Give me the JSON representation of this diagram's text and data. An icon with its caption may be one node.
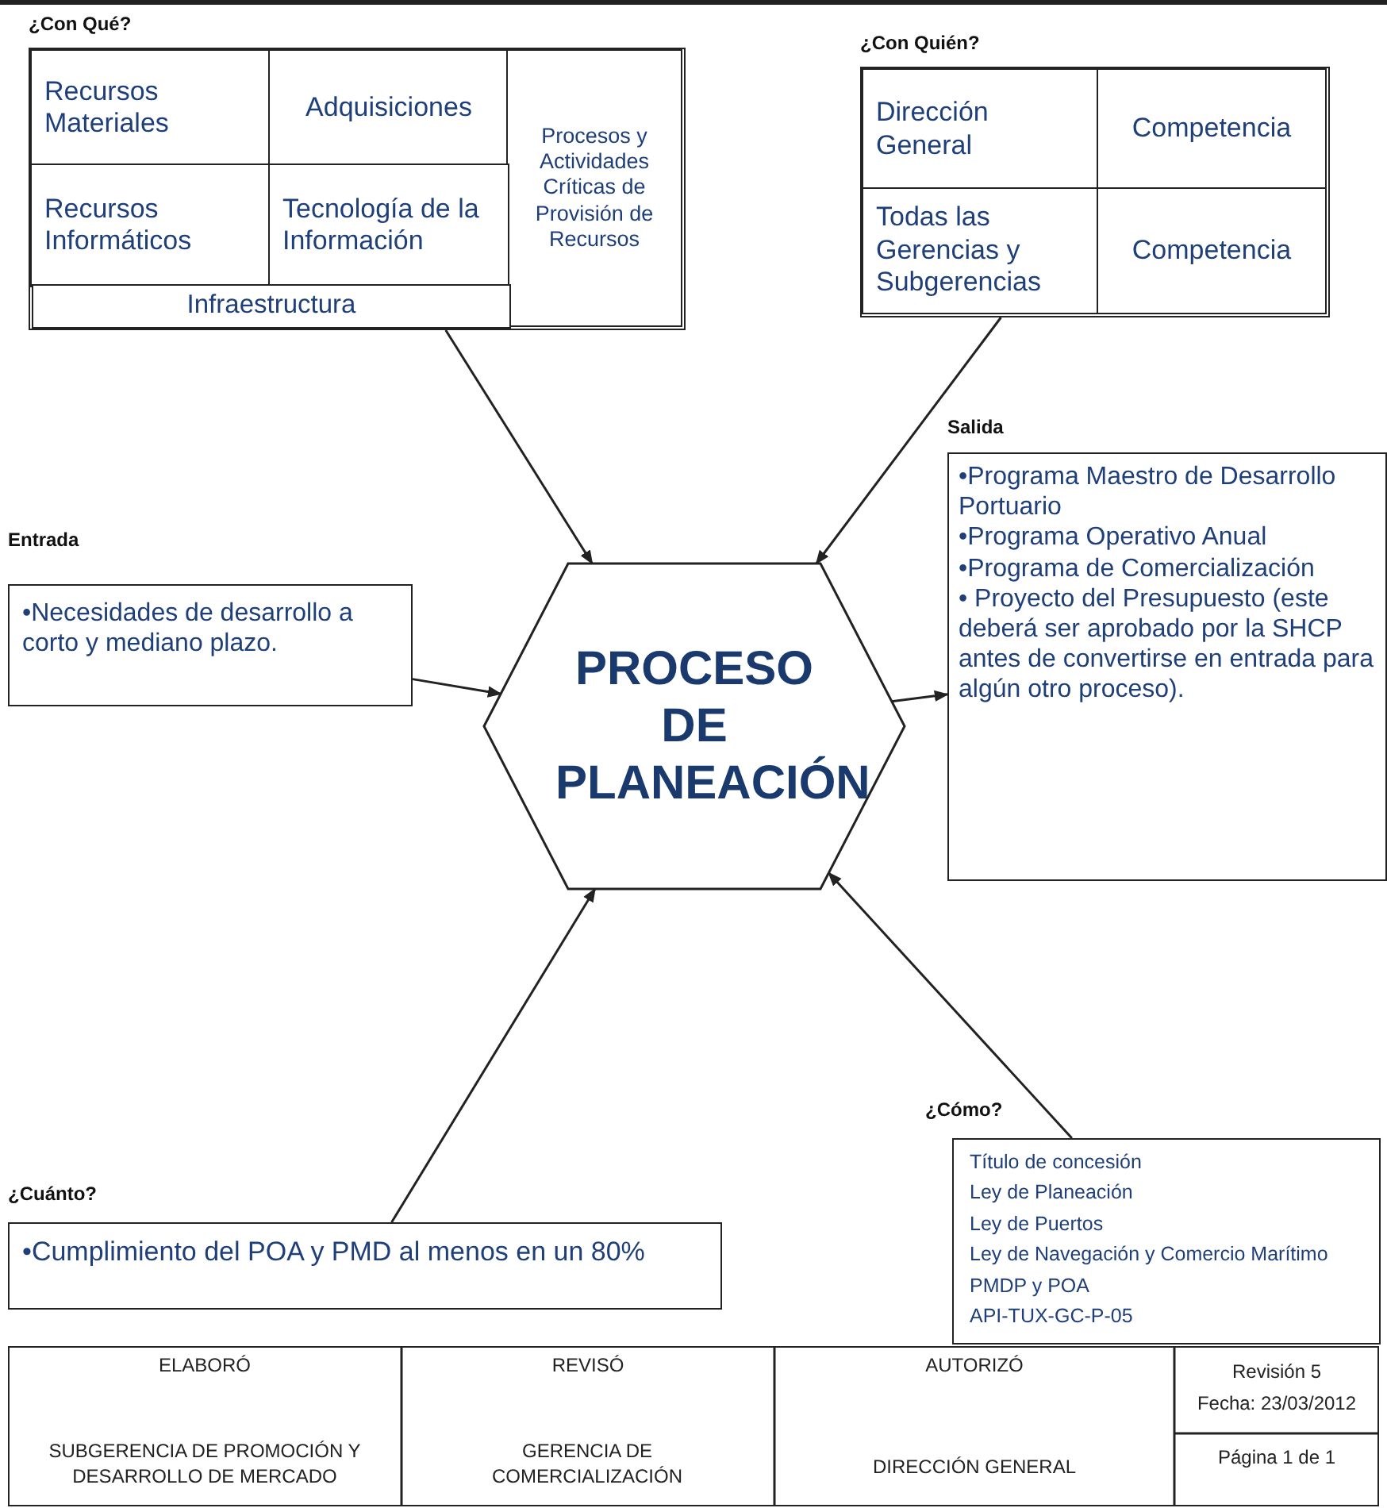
{
  "diagram": {
    "nodes": [
      {
        "text": [
          "¿Con Qué?"
        ]
      },
      {
        "text": [
          "Recursos Materiales"
        ],
        "in": 0
      },
      {
        "text": [
          "Adquisiciones"
        ],
        "in": 0
      },
      {
        "text": [
          "Procesos y Actividades Críticas de Provisión de Recursos"
        ],
        "in": 0
      },
      {
        "text": [
          "Recursos Informáticos"
        ],
        "in": 0
      },
      {
        "text": [
          "Tecnología de la Información"
        ],
        "in": 0
      },
      {
        "text": [
          "Infraestructura"
        ],
        "in": 0
      },
      {
        "text": [
          "¿Con Quién?"
        ]
      },
      {
        "text": [
          "Dirección General"
        ],
        "in": 7
      },
      {
        "text": [
          "Competencia"
        ],
        "in": 7
      },
      {
        "text": [
          "Todas las Gerencias y Subgerencias"
        ],
        "in": 7
      },
      {
        "text": [
          "Competencia"
        ],
        "in": 7
      },
      {
        "text": [
          "PROCESO DE PLANEACIÓN"
        ]
      },
      {
        "text": [
          "Entrada",
          "•Necesidades de desarrollo a corto y mediano plazo."
        ]
      },
      {
        "text": [
          "Salida",
          "•Programa Maestro de Desarrollo Portuario",
          "•Programa Operativo Anual",
          "•Programa de Comercialización",
          "• Proyecto del Presupuesto (este deberá ser aprobado por la SHCP antes de convertirse en entrada para algún otro proceso)."
        ]
      },
      {
        "text": [
          "¿Cuánto?",
          "•Cumplimiento del POA y PMD al menos en un 80%"
        ]
      },
      {
        "text": [
          "¿Cómo?",
          "Título de concesión",
          "Ley de Planeación",
          "Ley de Puertos",
          "Ley de Navegación y Comercio Marítimo",
          "PMDP y POA",
          "API-TUX-GC-P-05"
        ]
      }
    ],
    "edges": [
      {
        "from": 0,
        "to": 12,
        "arrow": "to"
      },
      {
        "from": 7,
        "to": 12,
        "arrow": "to"
      },
      {
        "from": 13,
        "to": 12,
        "arrow": "to"
      },
      {
        "from": 12,
        "to": 14,
        "arrow": "to"
      },
      {
        "from": 15,
        "to": 12,
        "arrow": "to"
      },
      {
        "from": 16,
        "to": 12,
        "arrow": "to"
      }
    ],
    "labels": [
      "ELABORÓ",
      "REVISÓ",
      "AUTORIZÓ",
      "Revisión 5",
      "Fecha: 23/03/2012",
      "SUBGERENCIA DE PROMOCIÓN Y DESARROLLO DE MERCADO",
      "GERENCIA DE COMERCIALIZACIÓN",
      "DIRECCIÓN GENERAL",
      "Página 1 de 1"
    ]
  }
}
